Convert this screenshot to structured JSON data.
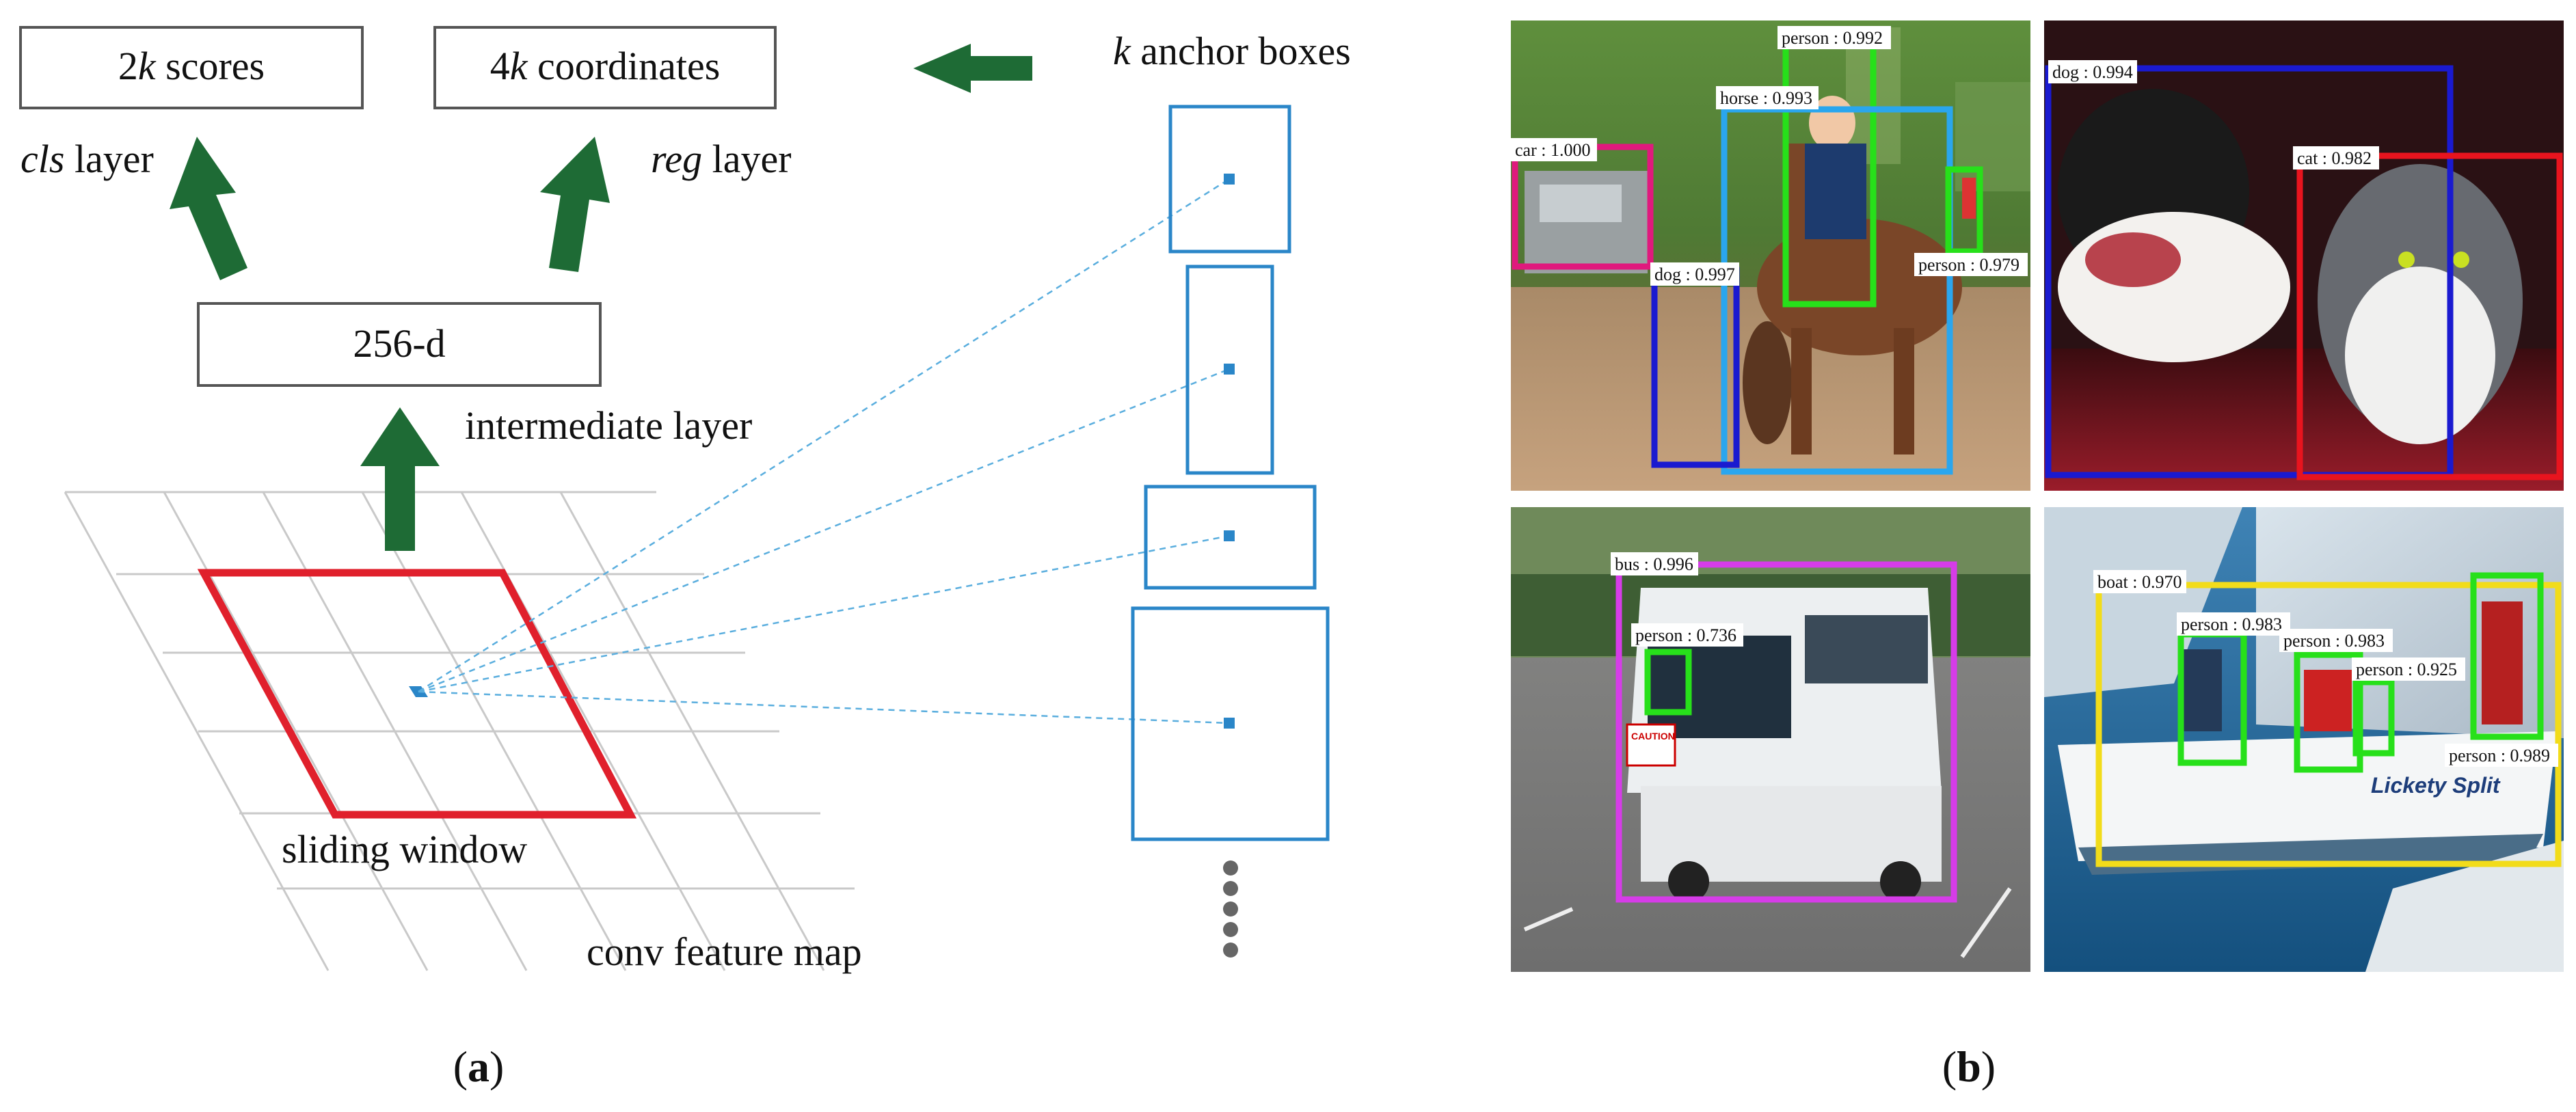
{
  "panel_a": {
    "box_scores": {
      "prefix": "2",
      "k": "k",
      "suffix": " scores"
    },
    "box_coords": {
      "prefix": "4",
      "k": "k",
      "suffix": " coordinates"
    },
    "cls_layer": {
      "italic": "cls",
      "rest": " layer"
    },
    "reg_layer": {
      "italic": "reg",
      "rest": " layer"
    },
    "box_256d": "256-d",
    "intermediate_layer": "intermediate layer",
    "anchor_boxes_title": {
      "k": "k",
      "rest": " anchor boxes"
    },
    "sliding_window": "sliding window",
    "conv_feature_map": "conv feature map",
    "caption": {
      "open": "(",
      "letter": "a",
      "close": ")"
    }
  },
  "panel_b": {
    "caption": {
      "open": "(",
      "letter": "b",
      "close": ")"
    },
    "detections": {
      "tl": {
        "car": "car : 1.000",
        "person_top": "person : 0.992",
        "horse": "horse : 0.993",
        "dog": "dog : 0.997",
        "person_right": "person : 0.979"
      },
      "tr": {
        "dog": "dog : 0.994",
        "cat": "cat : 0.982"
      },
      "bl": {
        "bus": "bus : 0.996",
        "person": "person : 0.736",
        "sign": "CAUTION"
      },
      "br": {
        "boat": "boat : 0.970",
        "person1": "person : 0.983",
        "person2": "person : 0.983",
        "person3": "person : 0.925",
        "person4": "person : 0.989",
        "hull_text": "Lickety Split"
      }
    }
  },
  "colors": {
    "arrow_green": "#1e6b35",
    "window_red": "#e0202c",
    "anchor_blue": "#2a86c8",
    "grid_gray": "#c9c9c9",
    "box_border": "#555555",
    "magenta": "#e0197d",
    "green": "#27e01a",
    "sky_blue": "#2aa6ee",
    "navy": "#1a1ad0",
    "red": "#e8141e",
    "violet": "#d63ce8",
    "yellow": "#f2dc1a"
  }
}
